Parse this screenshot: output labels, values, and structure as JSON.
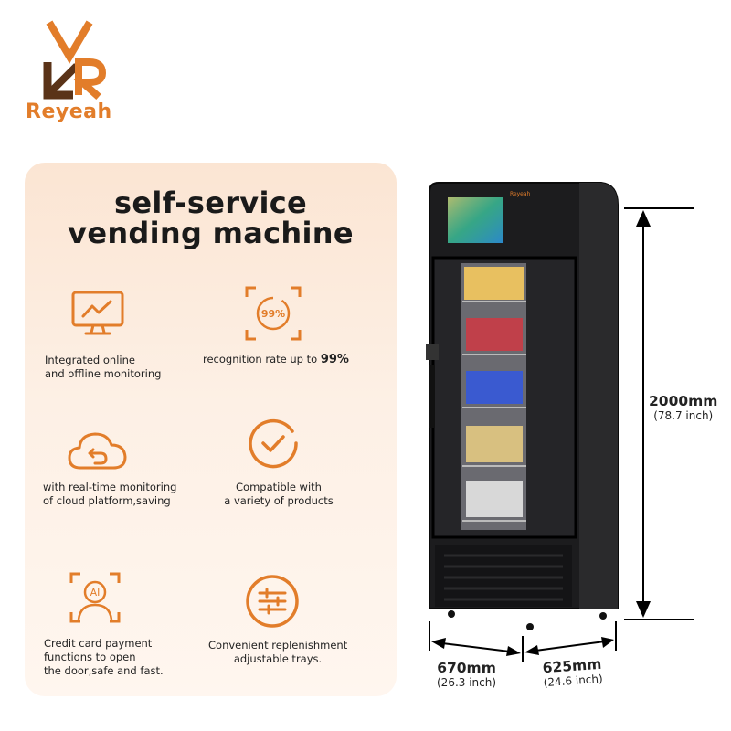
{
  "brand": {
    "name": "Reyeah",
    "color": "#e27d2a"
  },
  "title": {
    "line1": "self-service",
    "line2": "vending machine"
  },
  "features": [
    {
      "icon": "monitor-chart-icon",
      "line1": "Integrated online",
      "line2": "and offline monitoring"
    },
    {
      "icon": "recognition-99-icon",
      "icon_text": "99%",
      "prefix": "recognition rate up to ",
      "value": "99%"
    },
    {
      "icon": "cloud-sync-icon",
      "line1": "with real-time monitoring",
      "line2": "of cloud platform,saving"
    },
    {
      "icon": "checkmark-circle-icon",
      "line1": "Compatible with",
      "line2": "a variety of products"
    },
    {
      "icon": "ai-face-icon",
      "icon_text": "AI",
      "line1": "Credit card payment",
      "line2": "functions to open",
      "line3": "the door,safe and fast."
    },
    {
      "icon": "sliders-icon",
      "line1": "Convenient replenishment",
      "line2": "adjustable trays."
    }
  ],
  "dimensions": {
    "height": {
      "value": "2000mm",
      "sub": "(78.7 inch)"
    },
    "width": {
      "value": "670mm",
      "sub": "(26.3 inch)"
    },
    "depth": {
      "value": "625mm",
      "sub": "(24.6 inch)"
    }
  },
  "machine_screen_label": "Reyeah",
  "colors": {
    "accent": "#e27d2a",
    "panel": "#fbe5d3",
    "machine": "#1c1c1e"
  }
}
